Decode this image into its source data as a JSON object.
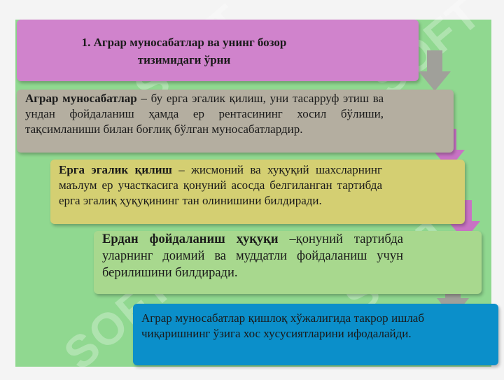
{
  "title_line1": "1. Аграр муносабатлар ва унинг бозор",
  "title_line2": "тизимидаги ўрни",
  "boxes": [
    {
      "term": "Аграр муносабатлар",
      "text": " – бу ерга эгалик қилиш, уни тасарруф этиш ва ундан фойдаланиш ҳамда ер рентасининг хосил бўлиши, тақсимланиши билан боғлиқ бўлган муносабатлардир.",
      "color": "#b4aea0"
    },
    {
      "term": "Ерга эгалик қилиш",
      "text": " – жисмоний ва хуқуқий шахсларнинг маълум ер участкасига қонуний асосда белгиланган тартибда ерга эгалиқ ҳуқуқининг тан олинишини билдиради.",
      "color": "#d4cf72"
    },
    {
      "term": "Ердан фойдаланиш ҳуқуқи",
      "text": " –қонуний тартибда уларнинг доимий ва муддатли фойдаланиш учун берилишини билдиради.",
      "color": "#a8d88e"
    },
    {
      "term": "",
      "text": "Аграр муносабатлар қишлоқ хўжалигида такрор ишлаб чиқаришнинг ўзига хос хусусиятларини ифодалайди.",
      "color": "#0b8fca"
    }
  ],
  "title_color": "#d083cc",
  "background_color": "#90d890",
  "arrow_colors": [
    "#a0a09a",
    "#c873c4",
    "#c873c4",
    "#a0a09a"
  ],
  "watermark": "SOFT"
}
